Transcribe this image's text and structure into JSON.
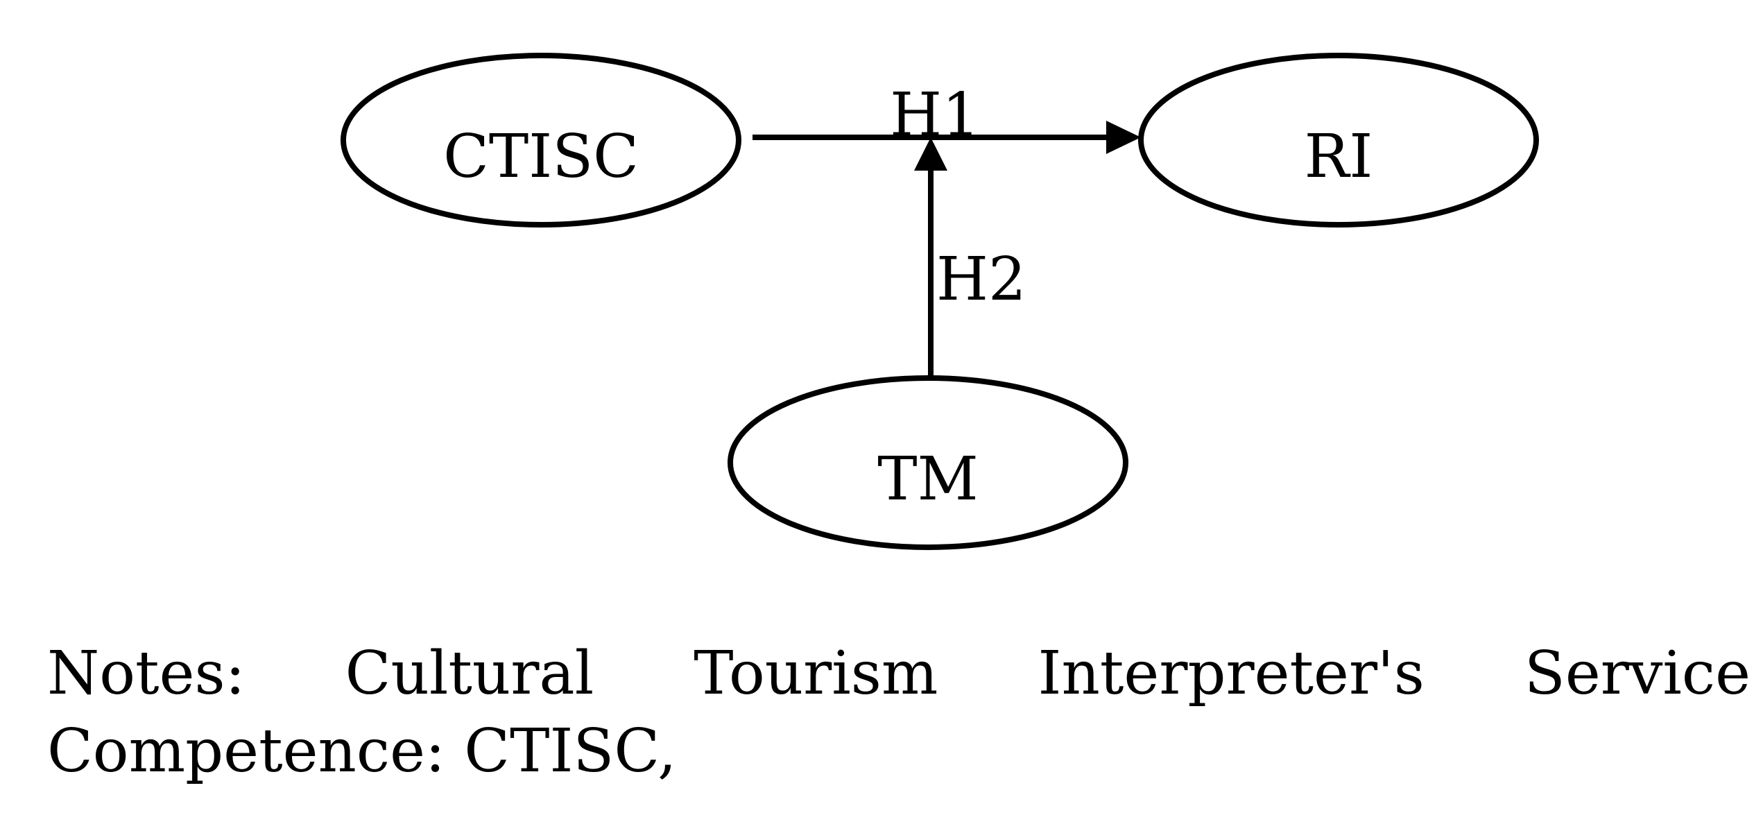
{
  "diagram": {
    "nodes": {
      "ctisc": "CTISC",
      "ri": "RI",
      "tm": "TM"
    },
    "edges": {
      "h1": "H1",
      "h2": "H2"
    }
  },
  "notes": {
    "line1_words": [
      "Notes:",
      "Cultural",
      "Tourism",
      "Interpreter's",
      "Service"
    ],
    "line2": "Competence: CTISC,"
  }
}
